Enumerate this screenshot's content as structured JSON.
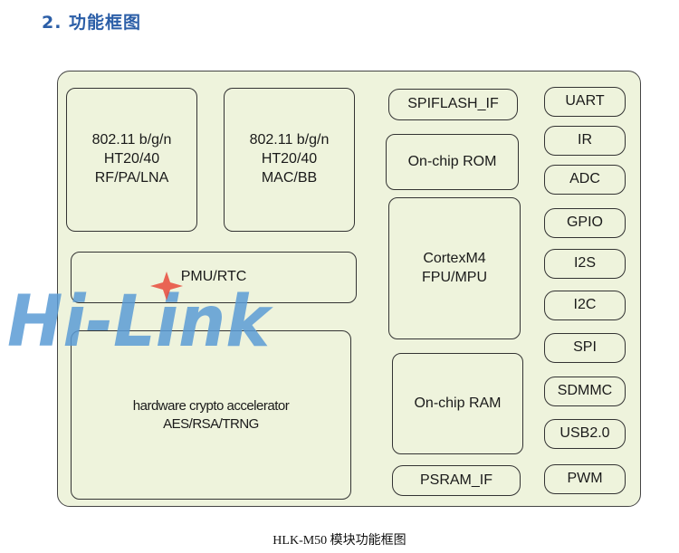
{
  "heading": "2.  功能框图",
  "blocks": {
    "rf": "802.11 b/g/n\nHT20/40\nRF/PA/LNA",
    "mac": "802.11 b/g/n\nHT20/40\nMAC/BB",
    "pmu": "PMU/RTC",
    "crypto": "hardware crypto accelerator\nAES/RSA/TRNG",
    "spiflash": "SPIFLASH_IF",
    "rom": "On-chip ROM",
    "cpu": "CortexM4\nFPU/MPU",
    "ram": "On-chip RAM",
    "psram": "PSRAM_IF"
  },
  "peripherals": [
    "UART",
    "IR",
    "ADC",
    "GPIO",
    "I2S",
    "I2C",
    "SPI",
    "SDMMC",
    "USB2.0",
    "PWM"
  ],
  "watermark": {
    "text": "Hi-Link",
    "color": "#5b9bd5",
    "star_color": "#e84a3c"
  },
  "caption": "HLK-M50 模块功能框图"
}
